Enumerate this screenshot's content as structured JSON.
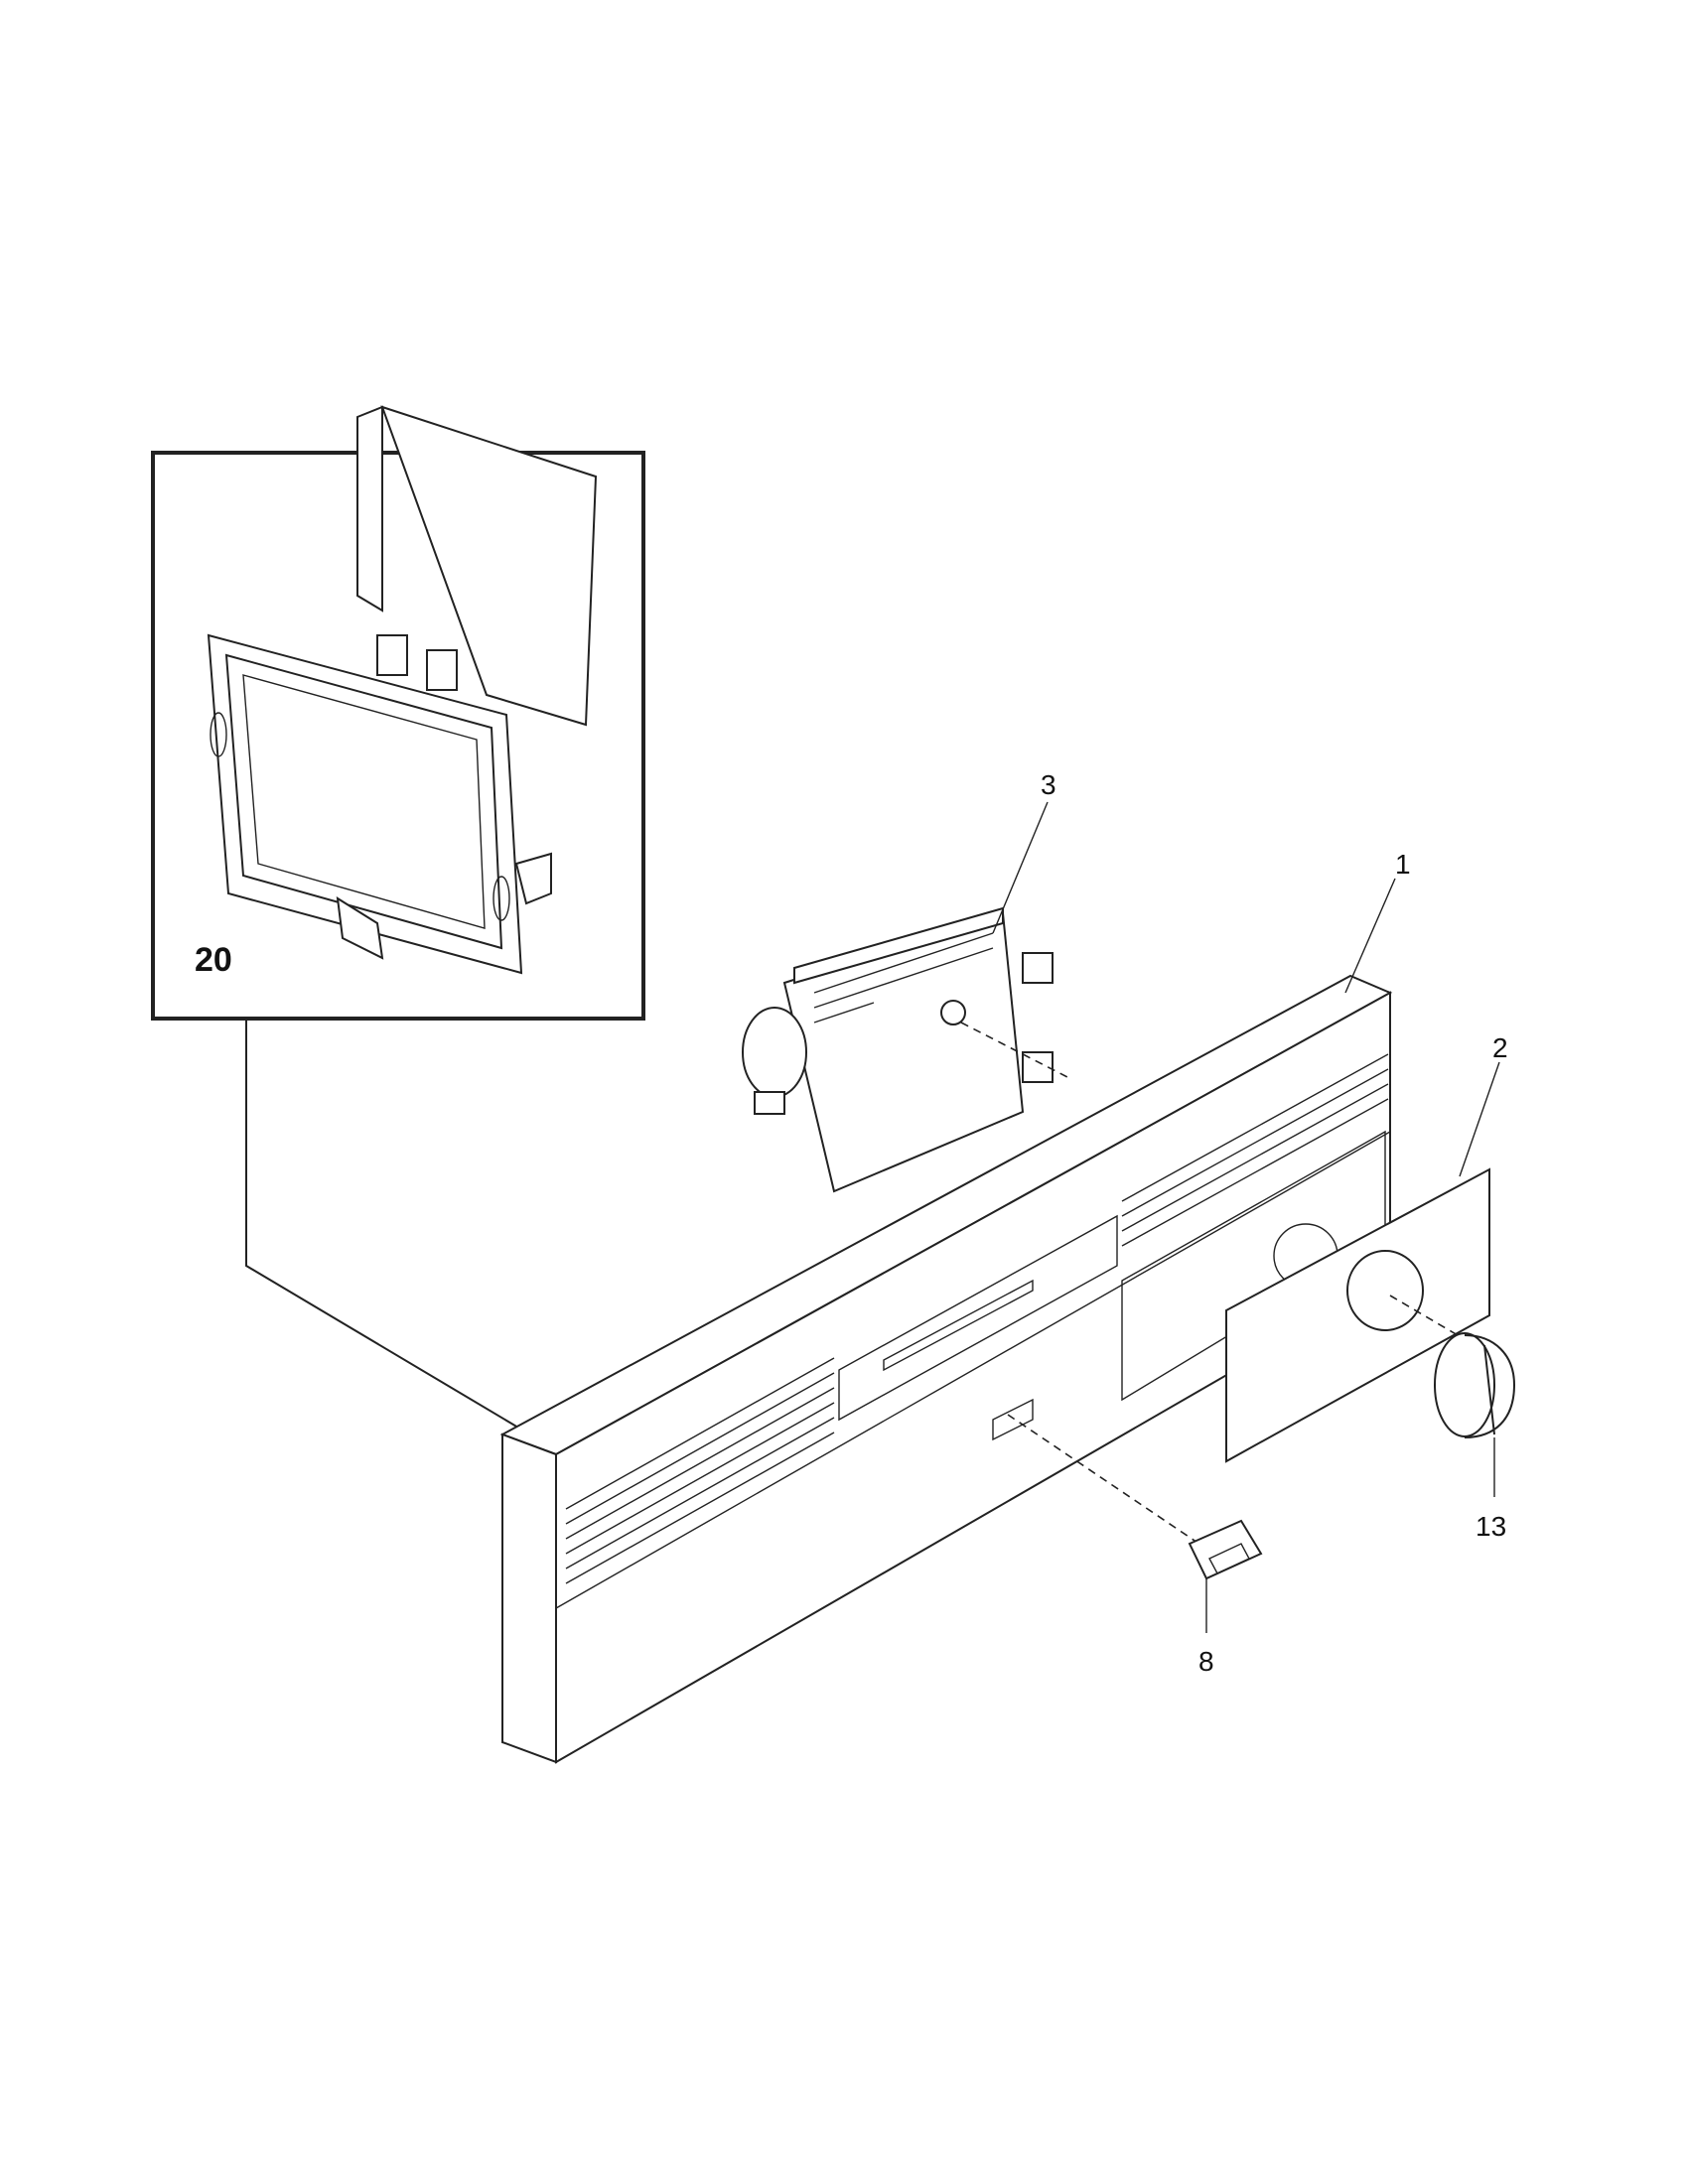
{
  "callouts": [
    {
      "id": "panel",
      "label": "1"
    },
    {
      "id": "overlay",
      "label": "2"
    },
    {
      "id": "timer",
      "label": "3"
    },
    {
      "id": "switch",
      "label": "8"
    },
    {
      "id": "knob",
      "label": "13"
    },
    {
      "id": "dispenser",
      "label": "20"
    }
  ],
  "icons": {
    "panel": "control-panel-drawing",
    "overlay": "control-overlay-drawing",
    "timer": "timer-drawing",
    "switch": "rocker-switch-drawing",
    "knob": "knob-drawing",
    "dispenser": "detergent-dispenser-drawing"
  }
}
